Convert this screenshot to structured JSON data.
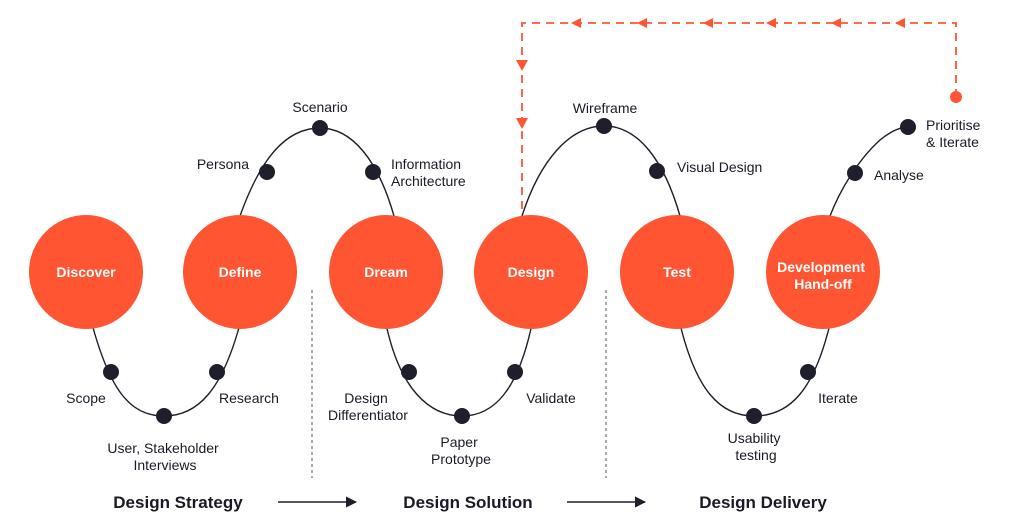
{
  "colors": {
    "accent": "#FF5533",
    "dot": "#1E1E2C",
    "line": "#1E1E2C",
    "text": "#1A1A26",
    "feedback": "#FF5533"
  },
  "stages": [
    {
      "lines": [
        "Discover"
      ]
    },
    {
      "lines": [
        "Define"
      ]
    },
    {
      "lines": [
        "Dream"
      ]
    },
    {
      "lines": [
        "Design"
      ]
    },
    {
      "lines": [
        "Test"
      ]
    },
    {
      "lines": [
        "Development",
        "Hand-off"
      ]
    }
  ],
  "steps": {
    "scope": [
      "Scope"
    ],
    "user_interviews": [
      "User, Stakeholder",
      "Interviews"
    ],
    "research": [
      "Research"
    ],
    "persona": [
      "Persona"
    ],
    "scenario": [
      "Scenario"
    ],
    "information_architecture": [
      "Information",
      "Architecture"
    ],
    "design_differentiator": [
      "Design",
      "Differentiator"
    ],
    "paper_prototype": [
      "Paper",
      "Prototype"
    ],
    "validate": [
      "Validate"
    ],
    "wireframe": [
      "Wireframe"
    ],
    "visual_design": [
      "Visual Design"
    ],
    "usability_testing": [
      "Usability",
      "testing"
    ],
    "iterate": [
      "Iterate"
    ],
    "analyse": [
      "Analyse"
    ],
    "prioritise_iterate": [
      "Prioritise",
      "& Iterate"
    ]
  },
  "phases": {
    "strategy": "Design Strategy",
    "solution": "Design Solution",
    "delivery": "Design Delivery"
  }
}
